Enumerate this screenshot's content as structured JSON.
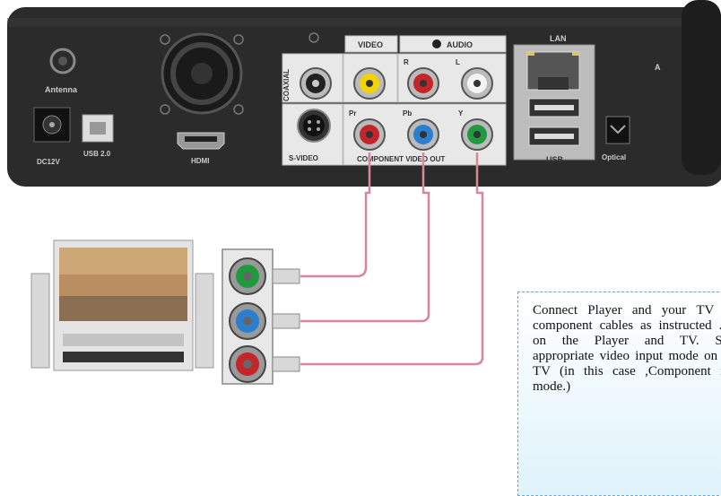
{
  "player_panel": {
    "antenna_label": "Antenna",
    "dc_label": "DC12V",
    "usb2_label": "USB 2.0",
    "hdmi_label": "HDMI",
    "coaxial_label": "COAXIAL",
    "svideo_label": "S-VIDEO",
    "video_label": "VIDEO",
    "audio_label": "AUDIO",
    "audio_r": "R",
    "audio_l": "L",
    "pr_label": "Pr",
    "pb_label": "Pb",
    "y_label": "Y",
    "component_label": "COMPONENT VIDEO OUT",
    "lan_label": "LAN",
    "usb_label": "USB",
    "optical_label": "Optical",
    "extra_label": "A"
  },
  "note": {
    "text": "Connect  Player and your TV with component cables as instructed .Turn on the Player and TV. Select appropriate video input mode on your TV (in this case ,Component input mode.)"
  },
  "colors": {
    "panel": "#2b2b2b",
    "cable": "#d9859b",
    "component_y": "#1f9a3e",
    "component_pb": "#2a7fd0",
    "component_pr": "#c4242a",
    "video_yellow": "#f2d400",
    "note_border": "#6aa8d8"
  }
}
